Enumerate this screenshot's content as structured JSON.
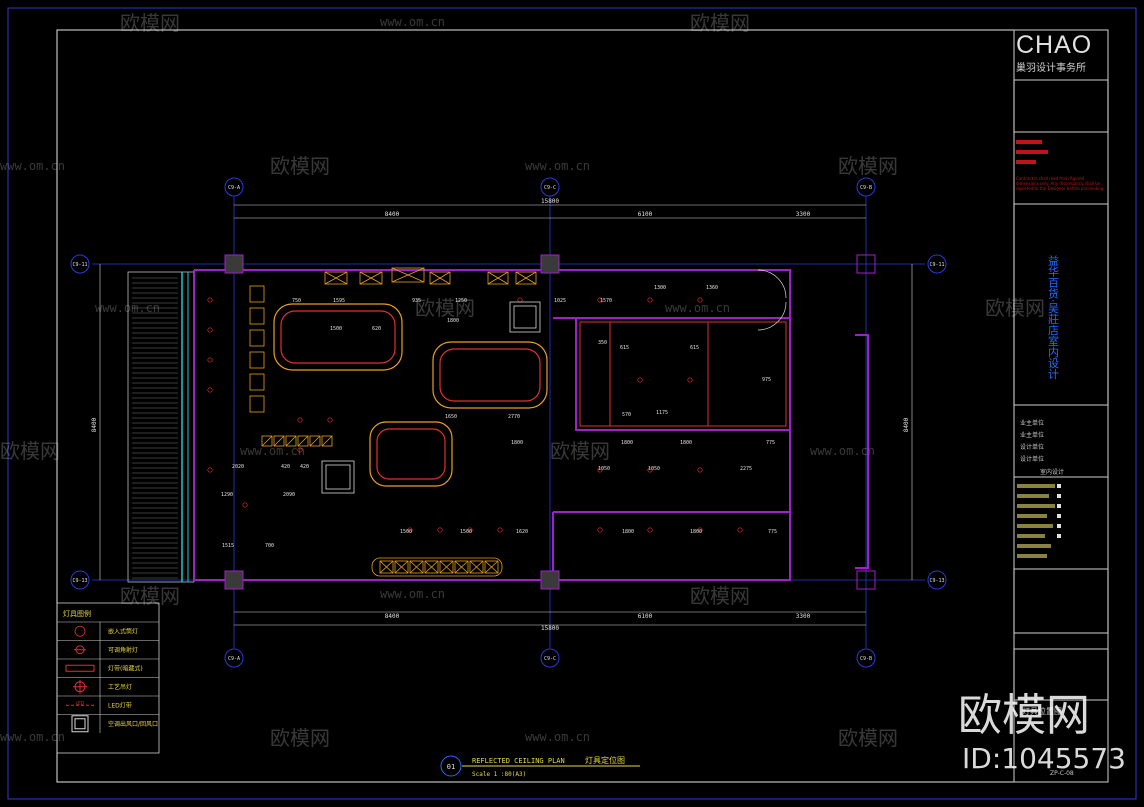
{
  "titleblock": {
    "logo": "CHAO",
    "logo_sub": "巢羽设计事务所",
    "project_vertical": "益华百货·吴莊店室内设计",
    "red_note": "Contractor shall read from figured dimensions only. Any discrepancy shall be reported to the Designer before proceeding.",
    "section1_lines": [
      "业主单位",
      "业主单位",
      "设计单位",
      "设计单位",
      "室内设计"
    ],
    "sheet_title": "灯具位置图",
    "drawing_no": "ZP-C-08"
  },
  "plan": {
    "title_en": "REFLECTED CEILING PLAN",
    "title_cn": "灯具定位图",
    "scale": "Scale  1 :80(A3)",
    "callout": "01",
    "axes_top": [
      "C9-A",
      "C9-C",
      "C9-B"
    ],
    "axes_bottom": [
      "C9-A",
      "C9-C",
      "C9-B"
    ],
    "axes_left": [
      "C9-11",
      "C9-13"
    ],
    "axes_right": [
      "C9-11",
      "C9-13"
    ],
    "dims_top": [
      "8400",
      "6100",
      "3300"
    ],
    "dims_overall": "15800",
    "dims_bottom": [
      "8400",
      "6100",
      "3300"
    ],
    "dims_left": "8400",
    "dims_right": "8400"
  },
  "legend": {
    "title": "灯具图例",
    "items": [
      {
        "icon": "downlight-icon",
        "label": "嵌入式筒灯"
      },
      {
        "icon": "spotlight-icon",
        "label": "可调角射灯"
      },
      {
        "icon": "lightstrip-icon",
        "label": "灯带(暗藏式)"
      },
      {
        "icon": "pendant-icon",
        "label": "工艺吊灯"
      },
      {
        "icon": "led-icon",
        "label": "LED灯带"
      },
      {
        "icon": "vent-icon",
        "label": "空调出风口/回风口"
      }
    ]
  },
  "watermarks": [
    "欧模网",
    "www.om.cn"
  ],
  "watermark_id": "ID:1045573",
  "colors": {
    "background": "#000000",
    "wall": "#a020c8",
    "grid": "#2a3ad8",
    "fixture": "#e8a020",
    "accent_red": "#c0141c",
    "dim": "#d8d8d8"
  }
}
